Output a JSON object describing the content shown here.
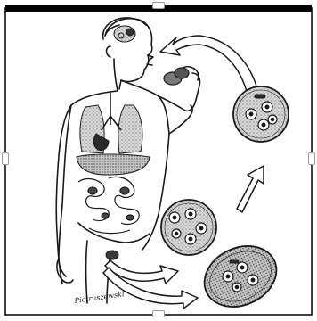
{
  "colors": {
    "ink": "#1a1a1a",
    "frame": "#000000",
    "handle_border": "#9a9a9a",
    "cyst_fill": "#cfcfcf",
    "oocyst_fill": "#bdbdbd",
    "background": "#ffffff"
  },
  "figure": {
    "signature": "Pietruszewski",
    "stages": [
      {
        "id": "cyst-top",
        "kind": "cyst"
      },
      {
        "id": "cyst-middle",
        "kind": "cyst"
      },
      {
        "id": "oocyst-bottom",
        "kind": "oocyst"
      }
    ]
  }
}
